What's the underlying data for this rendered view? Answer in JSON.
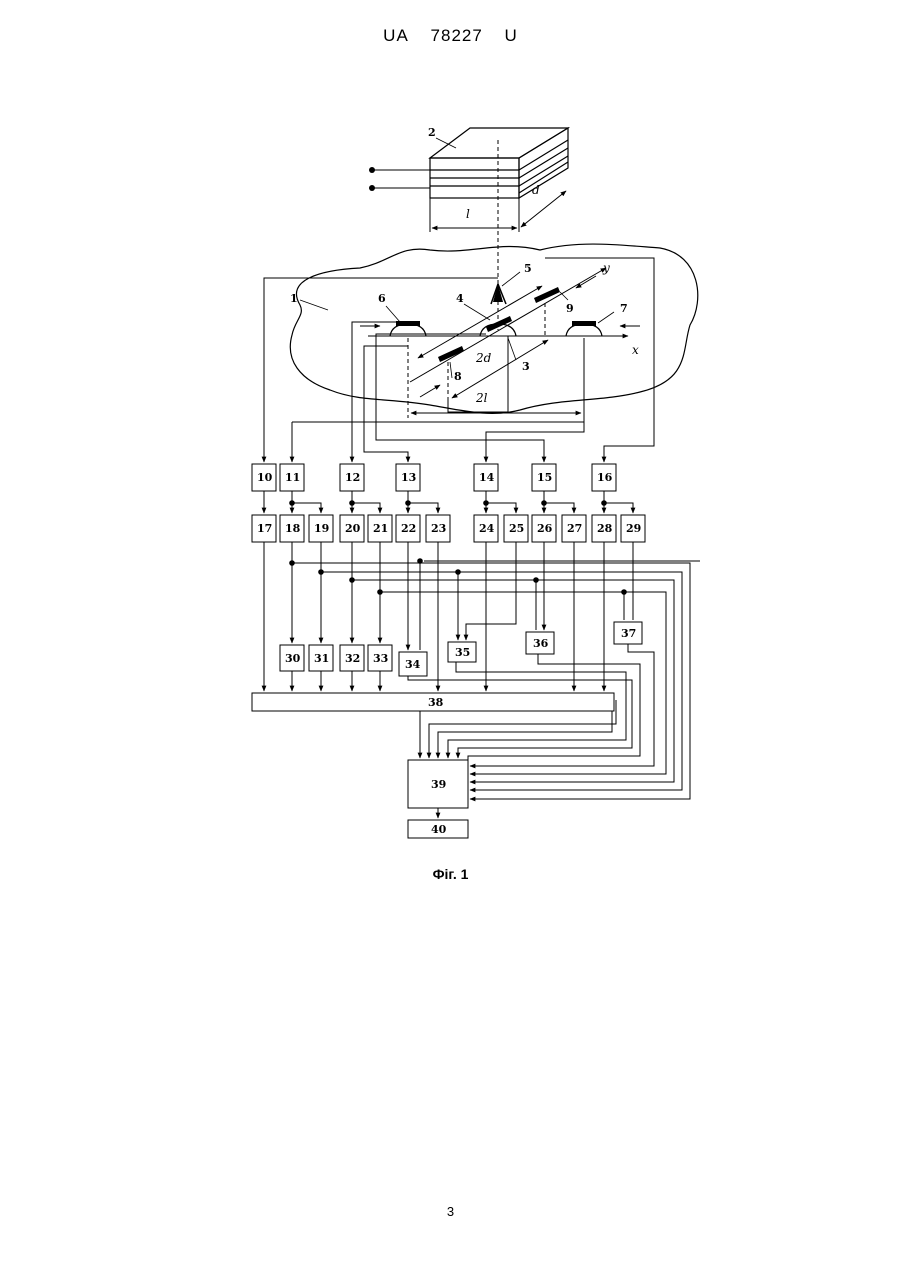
{
  "header": {
    "country": "UA",
    "number": "78227",
    "kind": "U"
  },
  "figure": {
    "caption": "Фіг. 1",
    "top_labels": [
      "1",
      "2",
      "3",
      "4",
      "5",
      "6",
      "7",
      "8",
      "9"
    ],
    "dimension_labels": {
      "l": "l",
      "d": "d",
      "two_d": "2d",
      "two_l": "2l",
      "x": "x",
      "y": "y"
    },
    "row1_blocks": [
      "10",
      "11",
      "12",
      "13",
      "14",
      "15",
      "16"
    ],
    "row2_blocks": [
      "17",
      "18",
      "19",
      "20",
      "21",
      "22",
      "23",
      "24",
      "25",
      "26",
      "27",
      "28",
      "29"
    ],
    "row3_blocks": [
      "30",
      "31",
      "32",
      "33",
      "34",
      "35",
      "36",
      "37"
    ],
    "block_38": "38",
    "block_39": "39",
    "block_40": "40"
  },
  "page_number": "3"
}
